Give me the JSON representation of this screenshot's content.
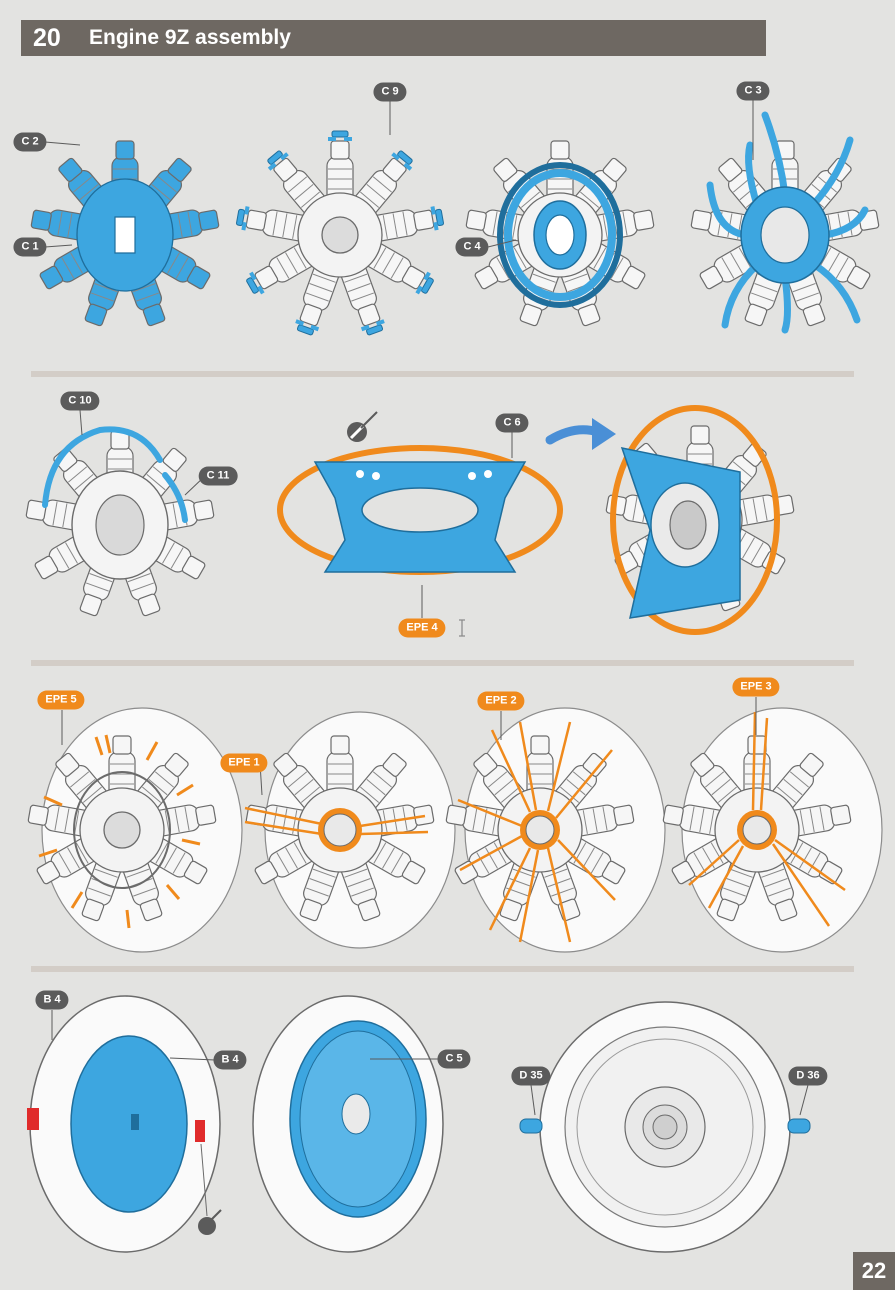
{
  "header": {
    "step_number": "20",
    "title": "Engine 9Z assembly"
  },
  "labels": {
    "c2": "C 2",
    "c1": "C 1",
    "c9": "C 9",
    "c4": "C 4",
    "c3": "C 3",
    "c10": "C 10",
    "c11": "C 11",
    "c6": "C 6",
    "epe4": "EPE 4",
    "epe5": "EPE 5",
    "epe1": "EPE 1",
    "epe2": "EPE 2",
    "epe3": "EPE 3",
    "b4_ring": "B 4",
    "b4_disc": "B 4",
    "c5": "C 5",
    "d35": "D 35",
    "d36": "D 36"
  },
  "colors": {
    "part_blue": "#3da6e0",
    "photo_etch_orange": "#f08a1c",
    "header_gray": "#6e6862",
    "callout_gray": "#5b5b5b"
  },
  "icons": [
    "glue-icon",
    "arrow-right-icon",
    "text-cursor-icon"
  ],
  "page_number": "22"
}
